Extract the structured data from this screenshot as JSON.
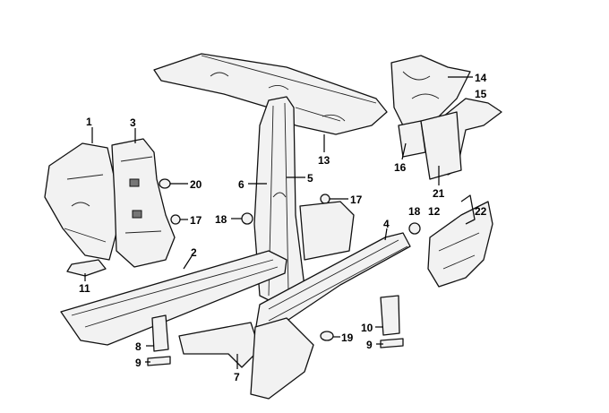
{
  "diagram": {
    "title": "Side panel / body structure parts diagram",
    "labels": [
      "1",
      "3",
      "20",
      "17",
      "2",
      "11",
      "6",
      "5",
      "18",
      "17",
      "13",
      "14",
      "15",
      "16",
      "21",
      "4",
      "18",
      "12",
      "22",
      "8",
      "9",
      "7",
      "19",
      "10",
      "9"
    ]
  }
}
